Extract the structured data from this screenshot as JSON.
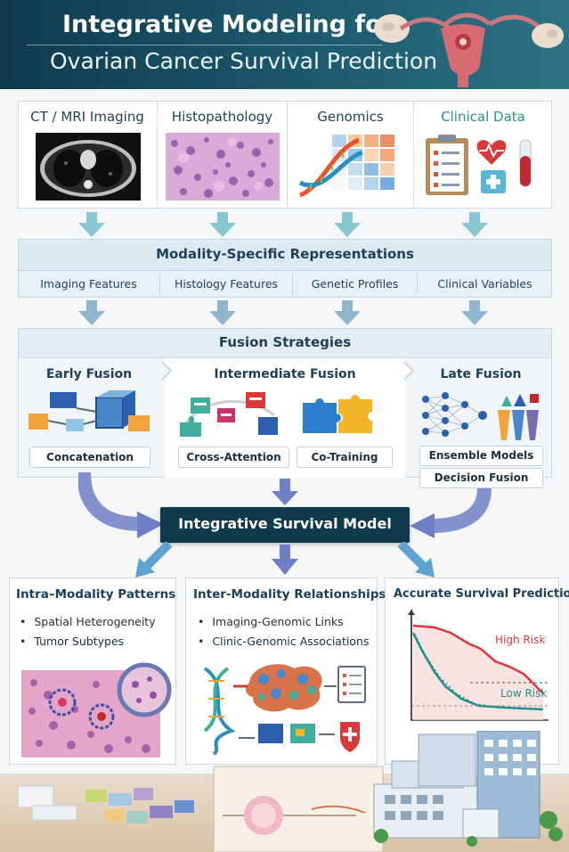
{
  "header": {
    "title_line1": "Integrative Modeling for",
    "title_line2": "Ovarian Cancer Survival Prediction"
  },
  "modalities": [
    {
      "label": "CT / MRI Imaging",
      "icon": "ct-scan-icon"
    },
    {
      "label": "Histopathology",
      "icon": "histology-slide-icon"
    },
    {
      "label": "Genomics",
      "icon": "dna-icon"
    },
    {
      "label": "Clinical Data",
      "icon": "clipboard-icon"
    }
  ],
  "representations": {
    "title": "Modality-Specific Representations",
    "items": [
      "Imaging Features",
      "Histology Features",
      "Genetic Profiles",
      "Clinical Variables"
    ]
  },
  "fusion": {
    "title": "Fusion Strategies",
    "early": {
      "title": "Early Fusion",
      "methods": [
        "Concatenation"
      ]
    },
    "intermediate": {
      "title": "Intermediate Fusion",
      "methods": [
        "Cross-Attention",
        "Co-Training"
      ]
    },
    "late": {
      "title": "Late Fusion",
      "methods": [
        "Ensemble Models",
        "Decision Fusion"
      ]
    }
  },
  "model": {
    "title": "Integrative Survival Model"
  },
  "outputs": {
    "intra": {
      "title": "Intra–Modality Patterns",
      "bullets": [
        "Spatial Heterogeneity",
        "Tumor Subtypes"
      ]
    },
    "inter": {
      "title": "Inter-Modality Relationships",
      "bullets": [
        "Imaging-Genomic Links",
        "Clinic-Genomic Associations"
      ]
    },
    "prediction": {
      "title": "Accurate Survival Prediction",
      "high_label": "High Risk",
      "low_label": "Low Risk"
    }
  },
  "colors": {
    "header_bg": "#0f3a4c",
    "accent_teal": "#2aa5a0",
    "high_risk": "#e0353a",
    "low_risk": "#1e8f8a",
    "arrow": "#7fb9cb",
    "fusion_arrow": "#6f7fc4"
  }
}
